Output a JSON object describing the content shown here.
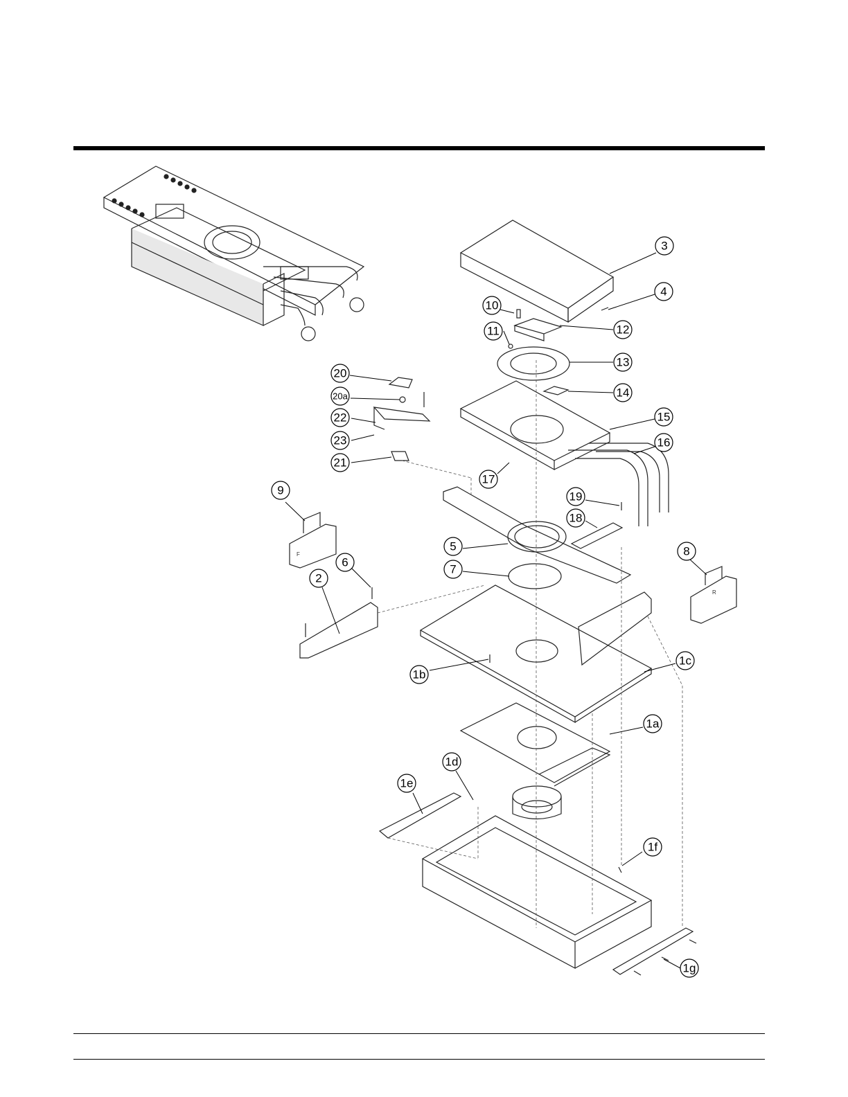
{
  "callouts": [
    {
      "id": "c3",
      "label": "3"
    },
    {
      "id": "c4",
      "label": "4"
    },
    {
      "id": "c10",
      "label": "10"
    },
    {
      "id": "c12",
      "label": "12"
    },
    {
      "id": "c11",
      "label": "11"
    },
    {
      "id": "c13",
      "label": "13"
    },
    {
      "id": "c20",
      "label": "20"
    },
    {
      "id": "c14",
      "label": "14"
    },
    {
      "id": "c20a",
      "label": "20a"
    },
    {
      "id": "c22",
      "label": "22"
    },
    {
      "id": "c15",
      "label": "15"
    },
    {
      "id": "c23",
      "label": "23"
    },
    {
      "id": "c16",
      "label": "16"
    },
    {
      "id": "c21",
      "label": "21"
    },
    {
      "id": "c17",
      "label": "17"
    },
    {
      "id": "c9",
      "label": "9"
    },
    {
      "id": "c19",
      "label": "19"
    },
    {
      "id": "c18",
      "label": "18"
    },
    {
      "id": "c5",
      "label": "5"
    },
    {
      "id": "c8",
      "label": "8"
    },
    {
      "id": "c6",
      "label": "6"
    },
    {
      "id": "c7",
      "label": "7"
    },
    {
      "id": "c2",
      "label": "2"
    },
    {
      "id": "c1c",
      "label": "1c"
    },
    {
      "id": "c1b",
      "label": "1b"
    },
    {
      "id": "c1a",
      "label": "1a"
    },
    {
      "id": "c1d",
      "label": "1d"
    },
    {
      "id": "c1e",
      "label": "1e"
    },
    {
      "id": "c1f",
      "label": "1f"
    },
    {
      "id": "c1g",
      "label": "1g"
    }
  ],
  "part_markings": {
    "left_pad": "F",
    "right_pad": "R"
  }
}
